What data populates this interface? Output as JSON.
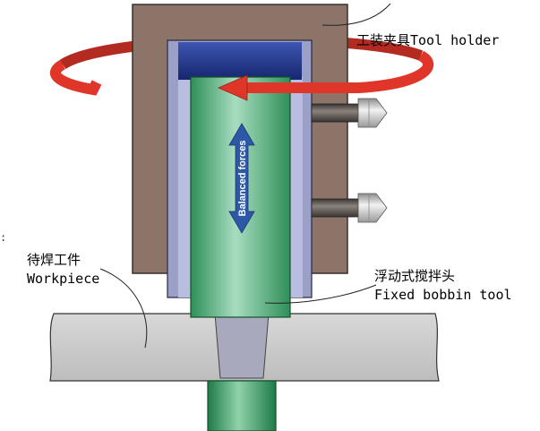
{
  "labels": {
    "tool_holder": "工装夹具Tool holder",
    "workpiece_cn": "待焊工件",
    "workpiece_en": "Workpiece",
    "tool_cn": "浮动式搅拌头",
    "tool_en": "Fixed bobbin tool",
    "forces": "Balanced forces",
    "stray_mark": ":"
  },
  "colors": {
    "holder": "#8c7468",
    "sleeve": "#9aa0c8",
    "cap": "#243a8c",
    "tool": "#3fae6e",
    "workpiece": "#c9c9c9",
    "rotation_arrow": "#e0362a",
    "force_arrow": "#2d58a8",
    "bolt": "#5b5450"
  }
}
